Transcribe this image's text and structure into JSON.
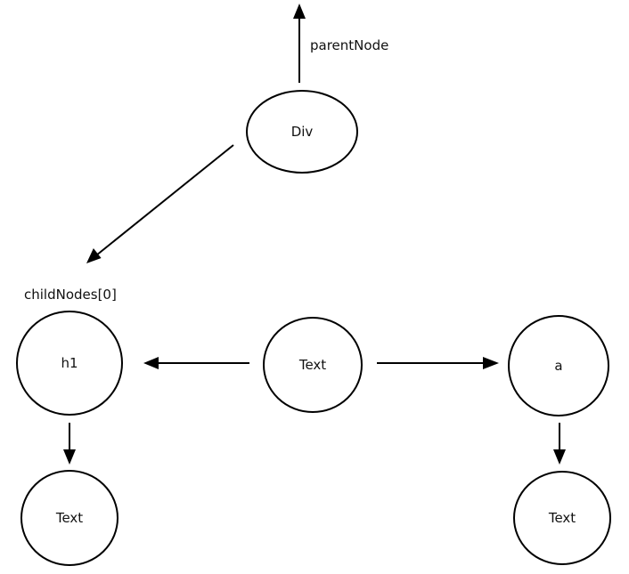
{
  "nodes": {
    "div": {
      "label": "Div"
    },
    "h1": {
      "label": "h1"
    },
    "text_middle": {
      "label": "Text"
    },
    "a": {
      "label": "a"
    },
    "text_left": {
      "label": "Text"
    },
    "text_right": {
      "label": "Text"
    }
  },
  "edge_labels": {
    "parent_node": "parentNode",
    "child_nodes_0": "childNodes[0]"
  },
  "colors": {
    "stroke": "#000000",
    "background": "#ffffff"
  }
}
